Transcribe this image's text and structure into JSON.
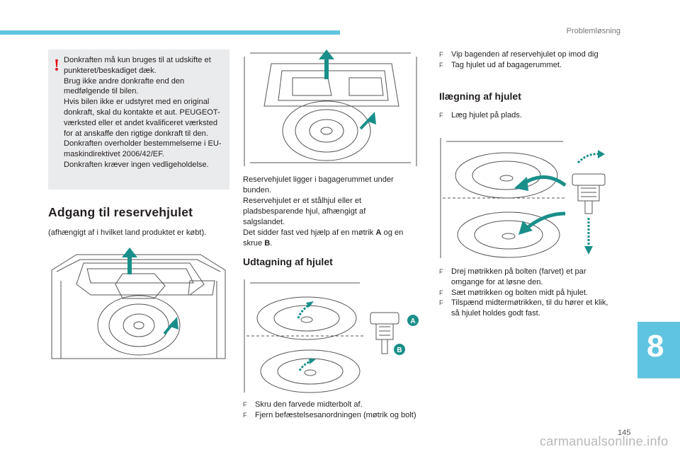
{
  "header": {
    "section": "Problemløsning"
  },
  "warning": {
    "text": "Donkraften må kun bruges til at udskifte et punkteret/beskadiget dæk.\nBrug ikke andre donkrafte end den medfølgende til bilen.\nHvis bilen ikke er udstyret med en original donkraft, skal du kontakte et aut. PEUGEOT-værksted eller et andet kvalificeret værksted for at anskaffe den rigtige donkraft til den.\nDonkraften overholder bestemmelserne i EU-maskindirektivet 2006/42/EF.\nDonkraften kræver ingen vedligeholdelse."
  },
  "access": {
    "title": "Adgang til reservehjulet",
    "note": "(afhængigt af i hvilket land produktet er købt)."
  },
  "spare": {
    "lines": [
      "Reservehjulet ligger i bagagerummet under",
      "bunden.",
      "Reservehjulet er et stålhjul eller et",
      "pladsbesparende hjul, afhængigt af",
      "salgslandet."
    ],
    "fixed_pre": "Det sidder fast ved hjælp af en møtrik ",
    "label_a": "A",
    "fixed_mid": " og en",
    "fixed_line2_pre": "skrue ",
    "label_b": "B",
    "fixed_end": "."
  },
  "removal": {
    "title": "Udtagning af hjulet",
    "steps": [
      "Skru den farvede midterbolt af.",
      "Fjern befæstelsesanordningen (møtrik og bolt)"
    ]
  },
  "top_right": {
    "steps": [
      "Vip bagenden af reservehjulet op imod dig",
      "Tag hjulet ud af bagagerummet."
    ]
  },
  "install": {
    "title": "Ilægning af hjulet",
    "step1": "Læg hjulet på plads.",
    "steps": [
      "Drej møtrikken på bolten (farvet) et par omgange for at løsne den.",
      "Sæt møtrikken og bolten midt på hjulet.",
      "Tilspænd midtermøtrikken, til du hører et klik, så hjulet holdes godt fast."
    ]
  },
  "figure_labels": {
    "a": "A",
    "b": "B"
  },
  "bullet_glyph": "F",
  "chapter": "8",
  "page_number": "145",
  "watermark": "carmanualsonline.info",
  "colors": {
    "accent": "#5fc4e0",
    "arrow": "#1a8f8a",
    "warning": "#e30613"
  }
}
